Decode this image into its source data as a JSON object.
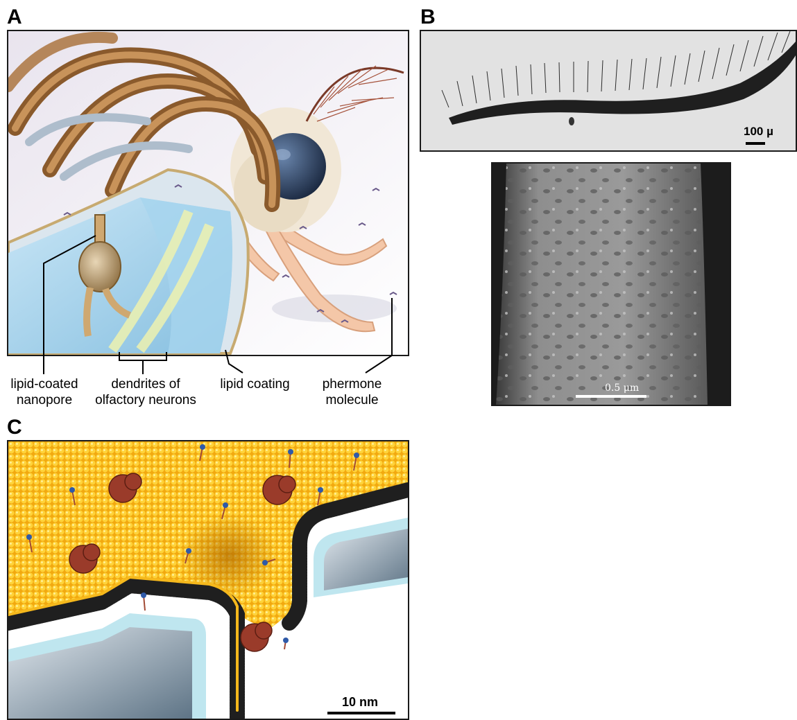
{
  "panels": {
    "a": {
      "letter": "A",
      "labels": [
        {
          "line1": "lipid-coated",
          "line2": "nanopore"
        },
        {
          "line1": "dendrites of",
          "line2": "olfactory neurons"
        },
        {
          "line1": "lipid coating",
          "line2": ""
        },
        {
          "line1": "phermone",
          "line2": "molecule"
        }
      ]
    },
    "b": {
      "letter": "B",
      "top_scale": "100 µ",
      "bottom_scale": "0.5 μm"
    },
    "c": {
      "letter": "C",
      "scale": "10 nm"
    }
  },
  "colors": {
    "frame": "#1a1a1a",
    "lipid_yellow": "#f5b81c",
    "moth_cream": "#f0e6d8",
    "eye_blue": "#2e4566",
    "cutaway_blue": "#a9d3ec",
    "sem_grey": "#8c8c8c",
    "protein_red": "#9a3b2a"
  }
}
